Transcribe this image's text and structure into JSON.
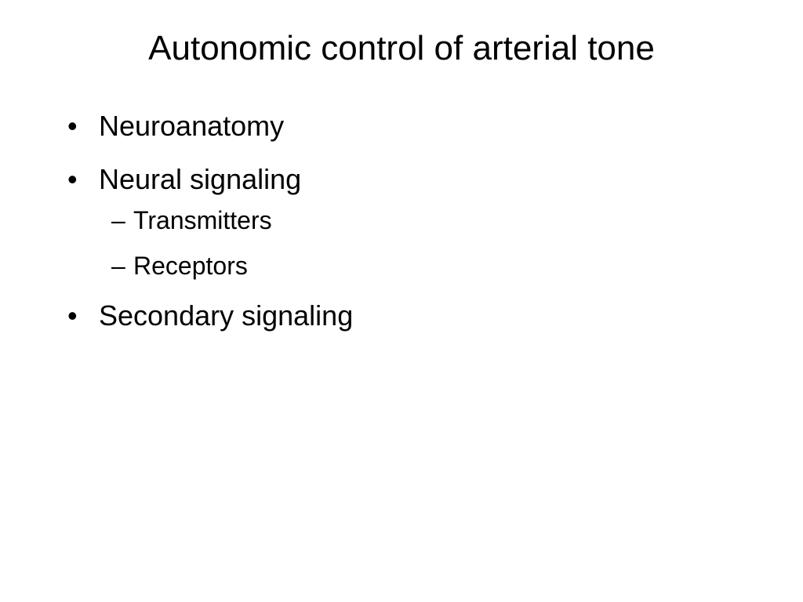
{
  "slide": {
    "title": "Autonomic control of arterial tone",
    "bullet_marker": "•",
    "sub_marker": "–",
    "bullets": [
      {
        "text": "Neuroanatomy"
      },
      {
        "text": "Neural signaling",
        "sub_items": [
          "Transmitters",
          "Receptors"
        ]
      },
      {
        "text": "Secondary signaling"
      }
    ]
  }
}
